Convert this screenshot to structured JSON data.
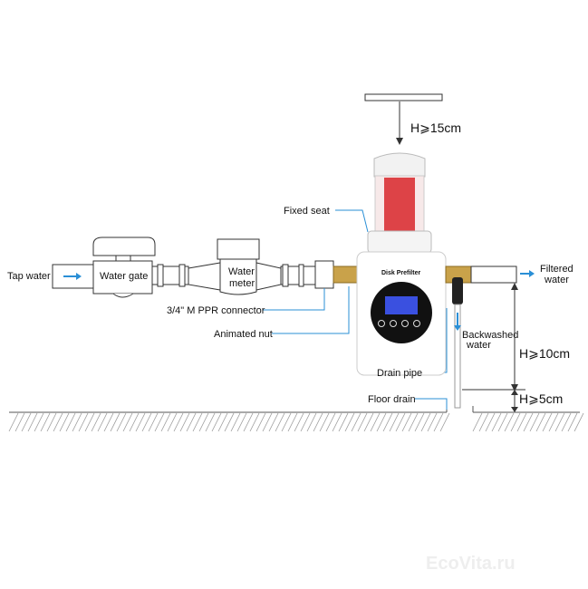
{
  "labels": {
    "tap_water": "Tap water",
    "water_gate": "Water gate",
    "water_meter_1": "Water",
    "water_meter_2": "meter",
    "ppr_connector": "3/4\" M PPR connector",
    "animated_nut": "Animated nut",
    "fixed_seat": "Fixed seat",
    "filtered_water_1": "Filtered",
    "filtered_water_2": "water",
    "backwashed_water_1": "Backwashed",
    "backwashed_water_2": "water",
    "drain_pipe": "Drain pipe",
    "floor_drain": "Floor drain",
    "clearance_top": "H⩾15cm",
    "height_outlet": "H⩾10cm",
    "height_drain": "H⩾5cm",
    "device_name": "Disk Prefilter"
  },
  "watermark": "EcoVita.ru",
  "colors": {
    "flow_arrow": "#2a8fd6",
    "leader_line": "#2a8fd6",
    "filter_core": "#d8262a",
    "brass": "#c9a24a"
  }
}
